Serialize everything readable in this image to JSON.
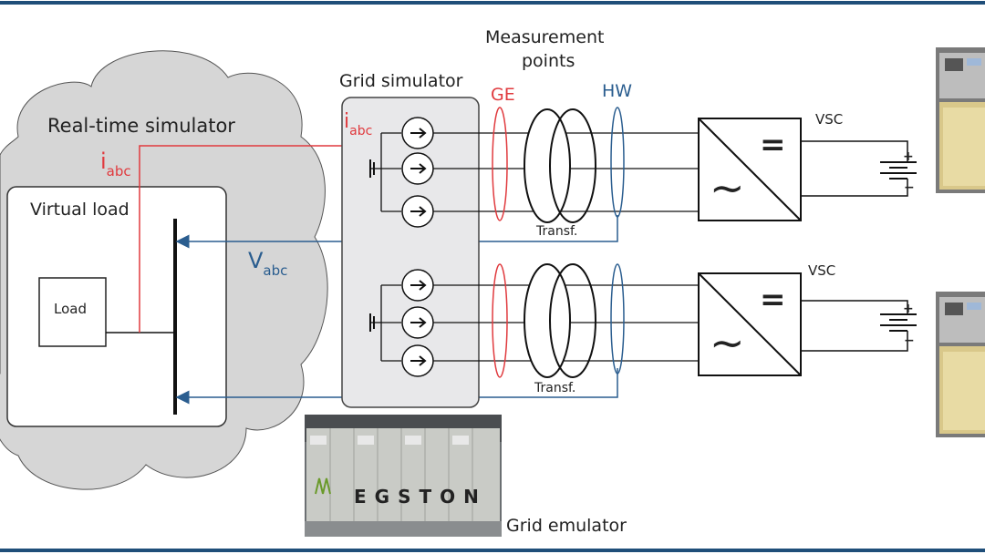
{
  "labels": {
    "real_time_simulator": "Real-time simulator",
    "virtual_load": "Virtual load",
    "load": "Load",
    "i_abc_main": "i",
    "i_abc_sub": "abc",
    "v_abc_main": "V",
    "v_abc_sub": "abc",
    "grid_simulator": "Grid simulator",
    "measurement_points": [
      "Measurement",
      "points"
    ],
    "ge": "GE",
    "hw": "HW",
    "transf_top": "Transf.",
    "transf_bottom": "Transf.",
    "vsc_top": "VSC",
    "vsc_bottom": "VSC",
    "grid_emulator": "Grid emulator",
    "egston": "EGSTON",
    "plus": "+",
    "minus": "−",
    "equals": "=",
    "tilde": "∼"
  },
  "colors": {
    "frame_blue": "#1f4e79",
    "cloud_gray": "#d6d6d6",
    "sim_panel": "#e8e8ea",
    "current_red": "#e03a3e",
    "voltage_blue": "#2a5d8f",
    "line_black": "#111111"
  }
}
